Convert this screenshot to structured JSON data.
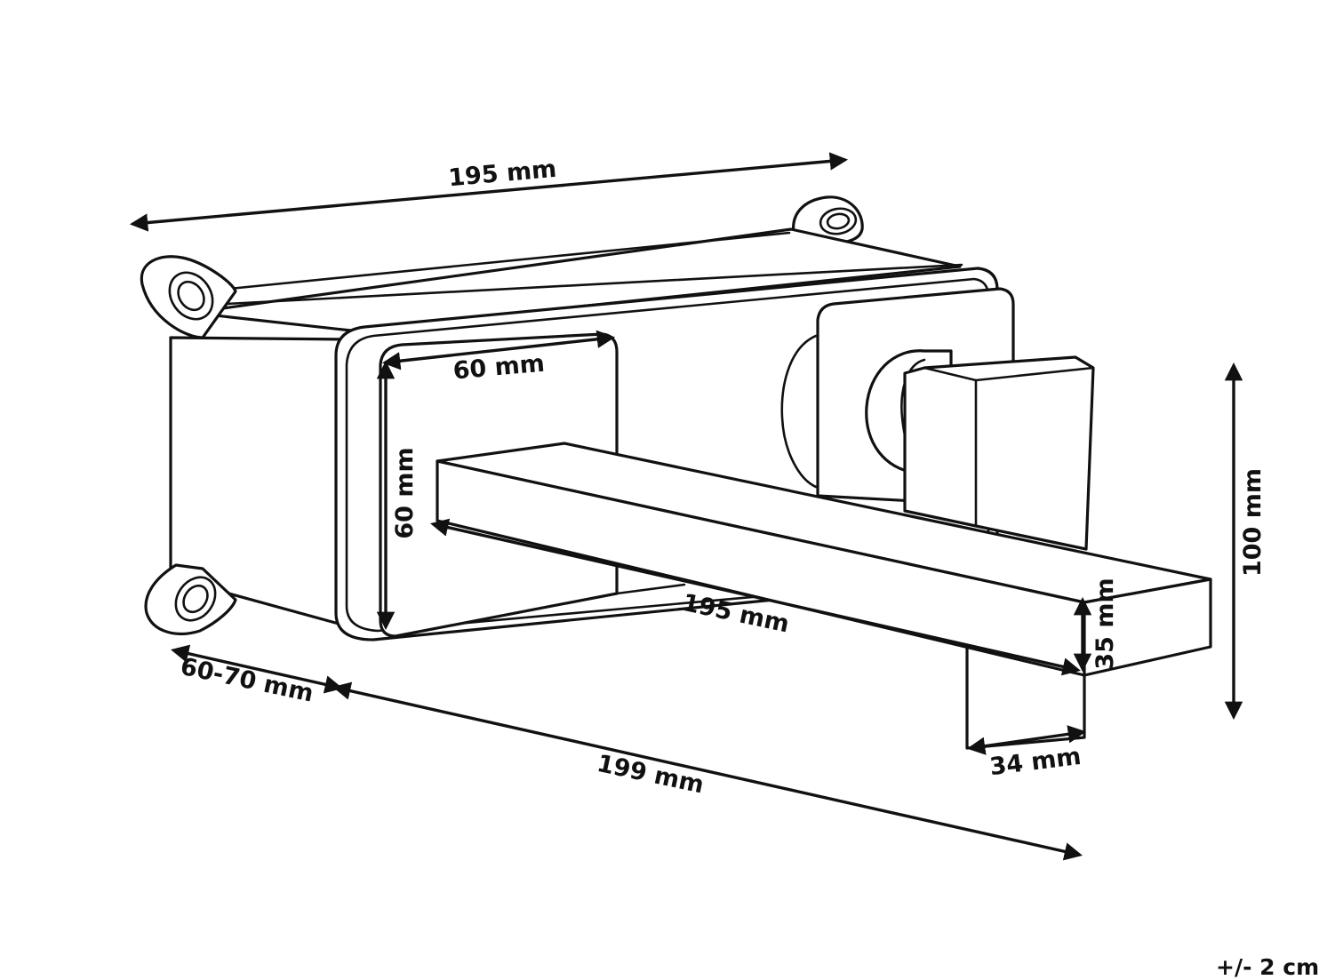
{
  "diagram": {
    "dimensions": {
      "box_width": "195 mm",
      "plate_width": "60 mm",
      "plate_height": "60 mm",
      "spout_length": "195 mm",
      "spout_height": "35 mm",
      "total_height": "100 mm",
      "wall_depth": "60-70 mm",
      "projection": "199 mm",
      "spout_width": "34 mm"
    },
    "tolerance": "+/- 2 cm"
  }
}
